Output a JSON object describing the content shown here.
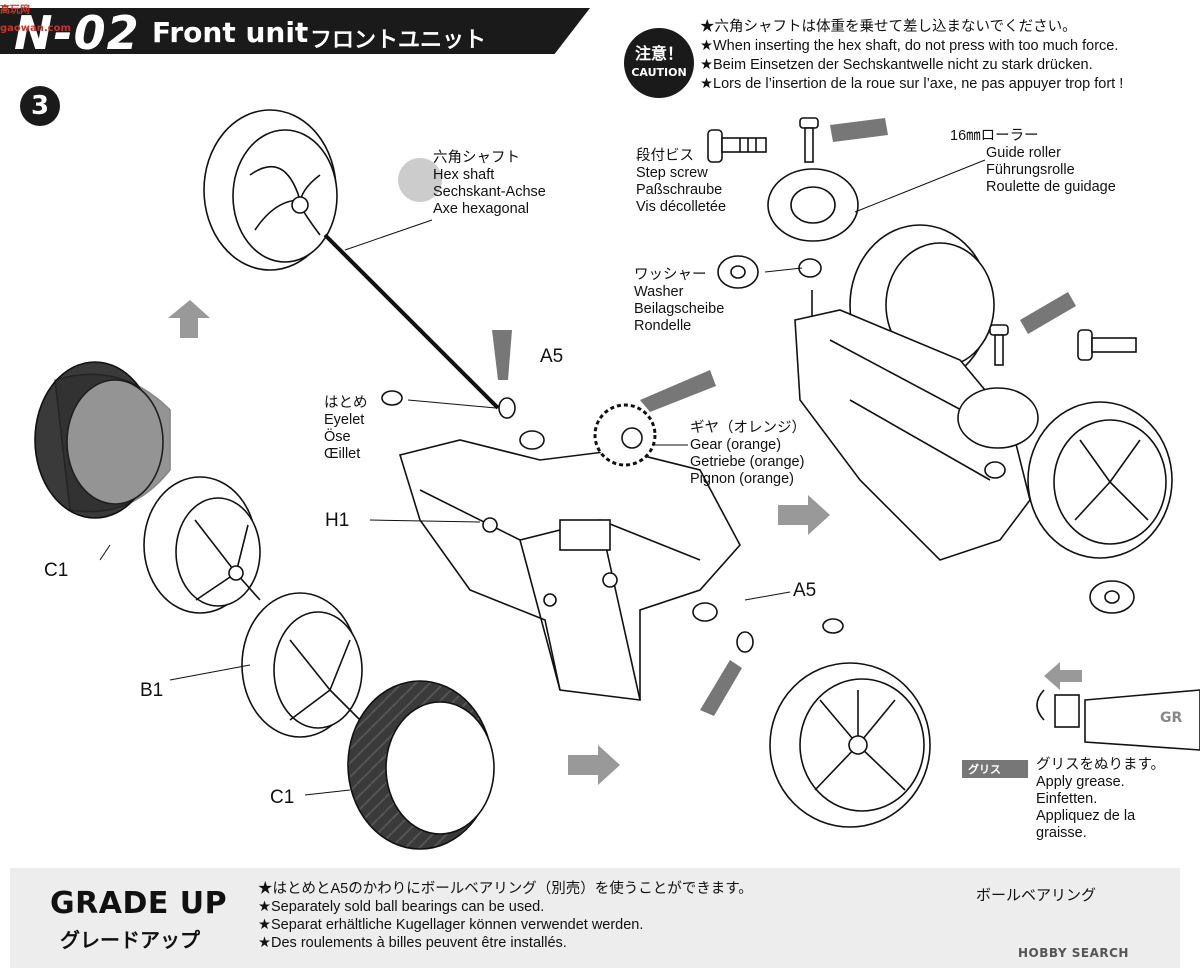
{
  "header": {
    "step_code": "N-02",
    "title_en": "Front unit",
    "title_jp": "フロントユニット",
    "watermark": "高玩网 gaowan.com"
  },
  "caution": {
    "badge_jp": "注意！",
    "badge_en": "CAUTION",
    "lines": [
      "★六角シャフトは体重を乗せて差し込まないでください。",
      "★When inserting the hex shaft, do not press with too much force.",
      "★Beim Einsetzen der Sechskantwelle nicht zu stark drücken.",
      "★Lors de l’insertion de la roue sur l’axe, ne pas appuyer trop fort !"
    ]
  },
  "step_number": "3",
  "labels": {
    "hex_shaft": [
      "六角シャフト",
      "Hex shaft",
      "Sechskant-Achse",
      "Axe hexagonal"
    ],
    "step_screw": [
      "段付ビス",
      "Step screw",
      "Paßschraube",
      "Vis décolletée"
    ],
    "guide_roller": [
      "16㎜ローラー",
      "Guide roller",
      "Führungsrolle",
      "Roulette de guidage"
    ],
    "washer": [
      "ワッシャー",
      "Washer",
      "Beilagscheibe",
      "Rondelle"
    ],
    "eyelet": [
      "はとめ",
      "Eyelet",
      "Öse",
      "Œillet"
    ],
    "gear": [
      "ギヤ（オレンジ）",
      "Gear (orange)",
      "Getriebe (orange)",
      "Pignon (orange)"
    ],
    "grease": [
      "グリスをぬります。",
      "Apply grease.",
      "Einfetten.",
      "Appliquez de la",
      "graisse."
    ],
    "grease_tube": "グリス",
    "grease_cap": "GR"
  },
  "parts": {
    "a5_top": "A5",
    "a5_bottom": "A5",
    "h1": "H1",
    "c1_left": "C1",
    "c1_bottom": "C1",
    "b1": "B1"
  },
  "grade_up": {
    "title": "GRADE UP",
    "subtitle": "グレードアップ",
    "lines": [
      "★はとめとA5のかわりにボールベアリング（別売）を使うことができます。",
      "★Separately sold ball bearings can be used.",
      "★Separat erhältliche Kugellager können verwendet werden.",
      "★Des roulements à billes peuvent être installés."
    ],
    "ball_bearing_label": "ボールベアリング"
  },
  "footer_watermark": "HOBBY SEARCH"
}
